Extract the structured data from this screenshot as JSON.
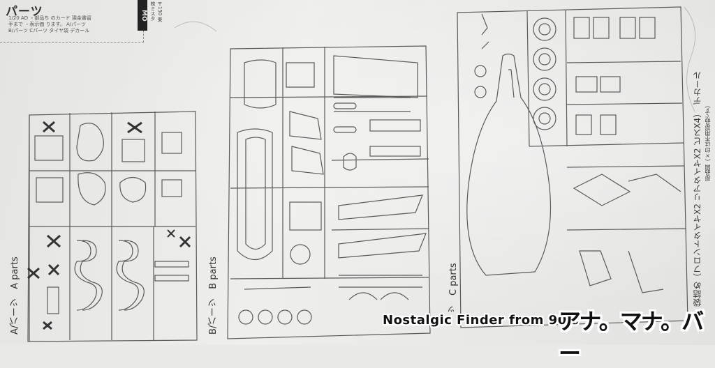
{
  "instructions": {
    "title": "パーツ",
    "lines": [
      "1/20 AD",
      "・部品ち",
      "のカード",
      "現金書留",
      "手まで",
      "・表示価",
      "ります。",
      "A/パーツ",
      "B/パーツ",
      "Cパーツ",
      "タイヤ袋",
      "デカール"
    ],
    "brand_top": "MO",
    "company": "株ミスタ",
    "address": "〒150 東"
  },
  "parts": {
    "a_label": "A/パーツ　A parts",
    "b_label": "B/パーツ　B parts",
    "c_label": "ッ　C parts"
  },
  "right_text": {
    "bag_contents": "袋詰め（フロントタイヤX2 リアタイヤX2 ビスX4）　デカール",
    "note": "部品図（×印は不用部品です）"
  },
  "overlay": {
    "finder": "Nostalgic Finder from 90's",
    "logo": "アナ。マナ。バー"
  },
  "colors": {
    "paper": "#e9e9e7",
    "ink": "#555555"
  }
}
